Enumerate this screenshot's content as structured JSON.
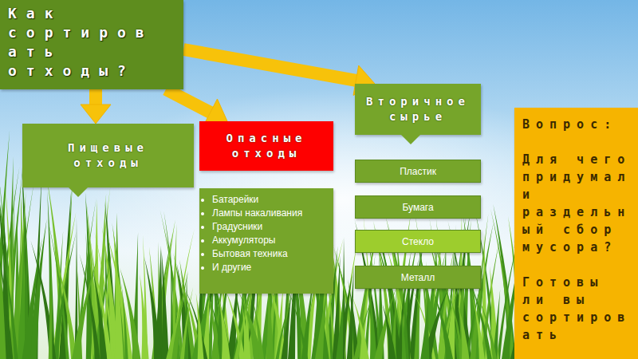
{
  "diagram": {
    "nodes": [
      {
        "text": [
          "Как сортировать отходы?"
        ]
      },
      {
        "text": [
          "Пищевые отходы"
        ]
      },
      {
        "text": [
          "Опасные отходы"
        ]
      },
      {
        "text": [
          "Батарейки",
          "Лампы накаливания",
          "Градусники",
          "Аккумуляторы",
          "Бытовая техника",
          "И другие"
        ]
      },
      {
        "text": [
          "Вторичное сырье"
        ]
      },
      {
        "text": [
          "Пластик"
        ]
      },
      {
        "text": [
          "Бумага"
        ]
      },
      {
        "text": [
          "Стекло"
        ]
      },
      {
        "text": [
          "Металл"
        ]
      },
      {
        "text": [
          "Вопрос:",
          "Для чего придумали раздельный сбор мусора?",
          "Готовы ли вы сортировать"
        ]
      }
    ],
    "edges": [
      {
        "from": 0,
        "to": 1,
        "arrow": "to"
      },
      {
        "from": 0,
        "to": 2,
        "arrow": "to"
      },
      {
        "from": 0,
        "to": 4,
        "arrow": "to"
      }
    ]
  }
}
